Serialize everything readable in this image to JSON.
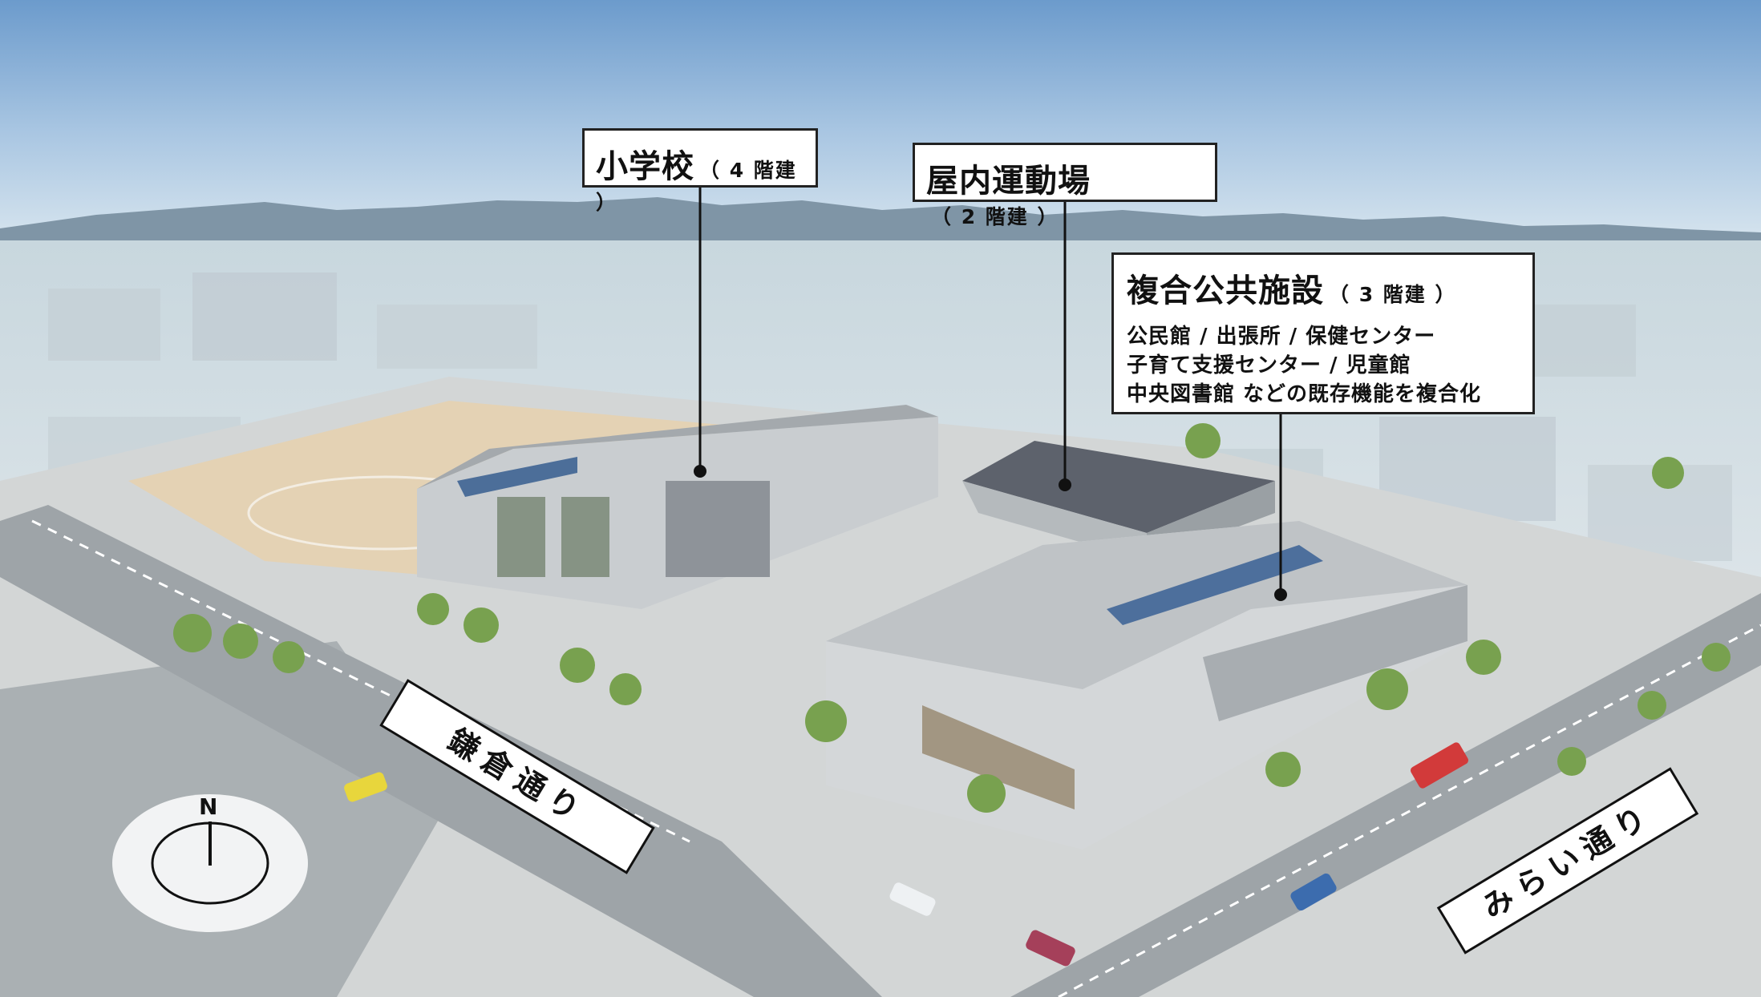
{
  "labels": {
    "school": {
      "title": "小学校",
      "floors": "（ 4 階建 ）"
    },
    "gym": {
      "title": "屋内運動場",
      "floors": "（ 2 階建 ）"
    },
    "civic": {
      "title": "複合公共施設",
      "floors": "（ 3 階建 ）",
      "lines": [
        "公民館 / 出張所 / 保健センター",
        "子育て支援センター / 児童館",
        "中央図書館  などの既存機能を複合化"
      ]
    }
  },
  "streets": {
    "kamakura": "鎌倉通り",
    "mirai": "みらい通り"
  },
  "compass": {
    "north": "N"
  },
  "colors": {
    "label_border": "#222222",
    "sky": "#6f9ccc"
  }
}
